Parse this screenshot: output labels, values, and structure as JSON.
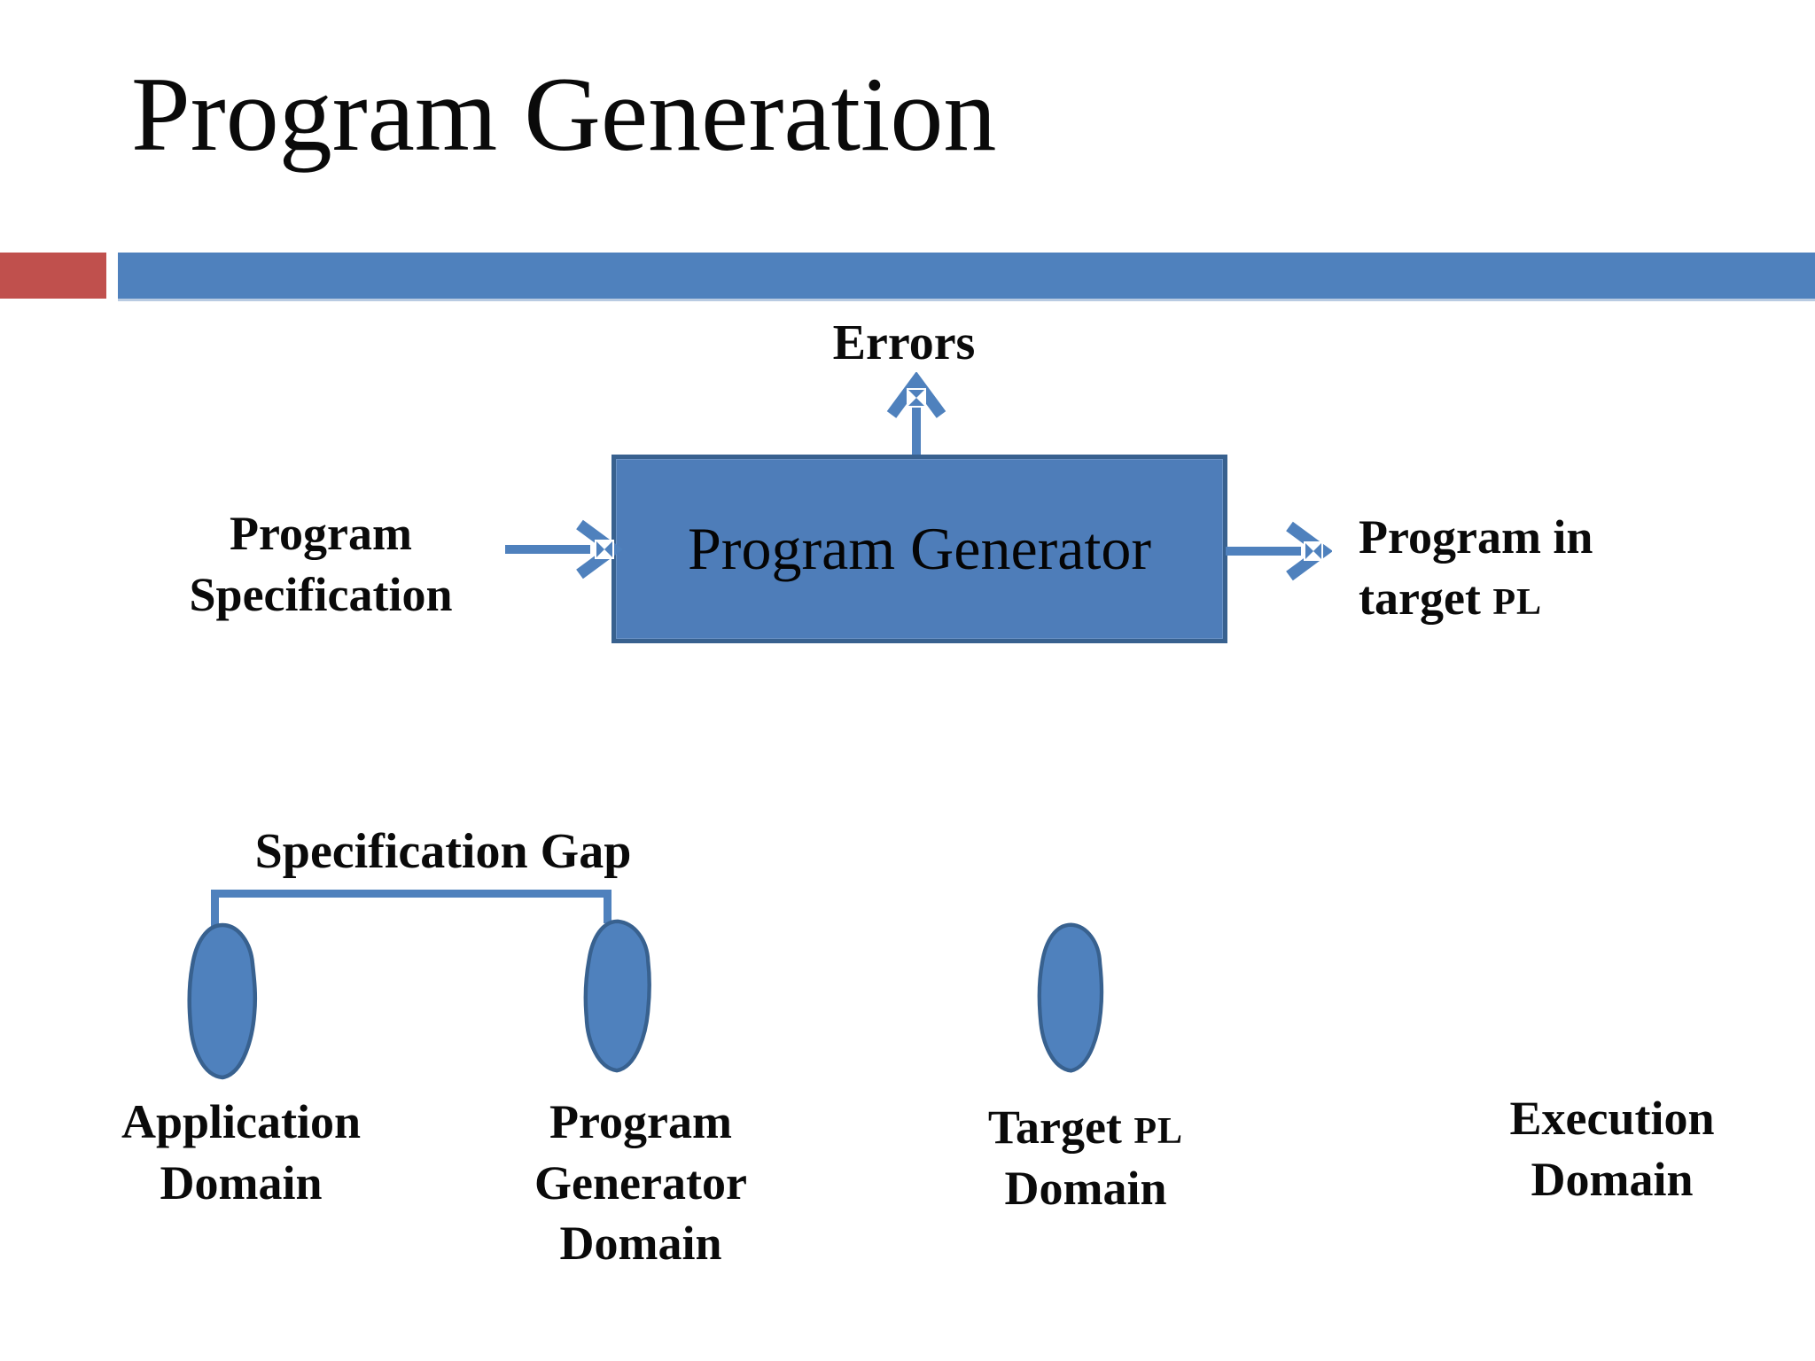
{
  "slide": {
    "title": "Program Generation",
    "colors": {
      "accent_blue": "#4F81BD",
      "accent_red": "#C0504D",
      "shape_border": "#38618F",
      "box_fill": "#4E7DB9",
      "text": "#0A0A0A"
    }
  },
  "flow": {
    "errors_label": "Errors",
    "generator_box_label": "Program Generator",
    "spec_label": {
      "line1": "Program",
      "line2": "Specification"
    },
    "output_label": {
      "line1": "Program in",
      "line2_text": "target ",
      "line2_pl": "PL"
    }
  },
  "gap": {
    "label": "Specification Gap"
  },
  "domains": {
    "application": {
      "line1": "Application",
      "line2": "Domain"
    },
    "program_generator": {
      "line1": "Program",
      "line2": "Generator",
      "line3": "Domain"
    },
    "target_pl": {
      "line1_text": "Target ",
      "line1_pl": "PL",
      "line2": "Domain"
    },
    "execution": {
      "line1": "Execution",
      "line2": "Domain"
    }
  }
}
